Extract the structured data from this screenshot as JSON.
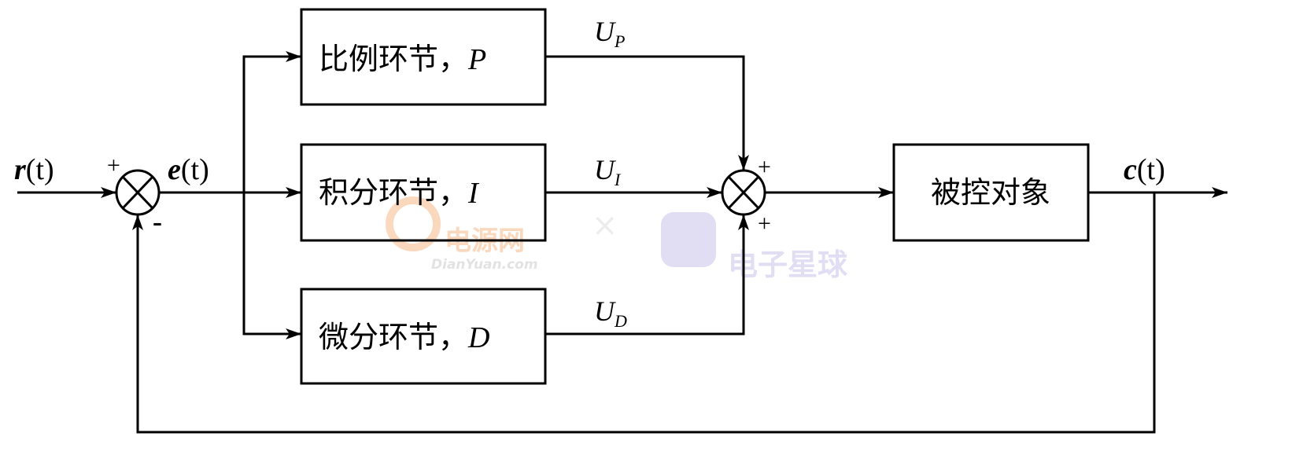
{
  "diagram": {
    "input_label": {
      "main": "r",
      "arg": "(t)"
    },
    "error_label": {
      "main": "e",
      "arg": "(t)"
    },
    "output_label": {
      "main": "c",
      "arg": "(t)"
    },
    "sum1": {
      "plus": "+",
      "minus": "-"
    },
    "sum2": {
      "plus_top": "+",
      "plus_bottom": "+"
    },
    "blocks": {
      "p": {
        "text": "比例环节，",
        "symbol": "P"
      },
      "i": {
        "text": "积分环节，",
        "symbol": "I"
      },
      "d": {
        "text": "微分环节，",
        "symbol": "D"
      },
      "plant": {
        "text": "被控对象"
      }
    },
    "signals": {
      "up": {
        "main": "U",
        "sub": "P"
      },
      "ui": {
        "main": "U",
        "sub": "I"
      },
      "ud": {
        "main": "U",
        "sub": "D"
      }
    }
  },
  "watermark": {
    "site1": "电源网",
    "site1_url": "DianYuan.com",
    "times": "×",
    "site2": "电子星球"
  },
  "colors": {
    "line": "#000000",
    "watermark_orange": "#f7b98a",
    "watermark_purple": "#c9c4ea"
  }
}
